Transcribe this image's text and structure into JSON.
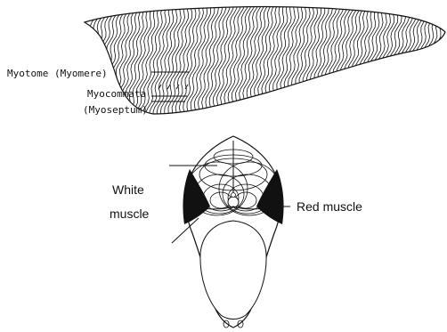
{
  "labels": {
    "myotome": "Myotome (Myomere)",
    "myocommata": "Myocommata",
    "myoseptum": "(Myoseptum)",
    "white_1": "White",
    "white_2": "muscle",
    "red": "Red muscle"
  }
}
